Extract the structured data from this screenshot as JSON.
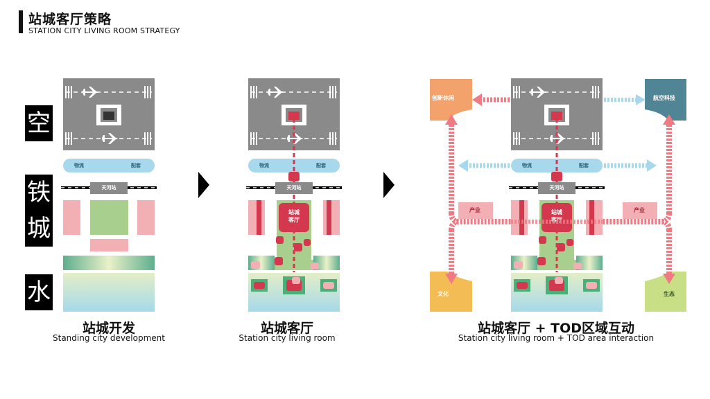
{
  "header": {
    "title": "站城客厅策略",
    "subtitle": "STATION CITY LIVING ROOM STRATEGY"
  },
  "side_labels": [
    "空",
    "铁",
    "城",
    "水"
  ],
  "labels": {
    "logistics": "物流",
    "support": "配套",
    "station": "天河站",
    "living_room_line1": "站城",
    "living_room_line2": "客厅",
    "industry": "产业",
    "innovation_leisure": "创新休闲",
    "aviation_tech": "航空科技",
    "culture": "文化",
    "ecology": "生态"
  },
  "captions": [
    {
      "zh": "站城开发",
      "en": "Standing city development"
    },
    {
      "zh": "站城客厅",
      "en": "Station city living room"
    },
    {
      "zh": "站城客厅 + TOD区域互动",
      "en": "Station city living room + TOD area interaction"
    }
  ],
  "colors": {
    "runway": "#8a8a8a",
    "band": "#a8d8ec",
    "pink": "#f3b0b4",
    "green": "#a9cf8e",
    "red": "#d4384e",
    "orange": "#f2a26a",
    "teal": "#4f8595",
    "yellow": "#f4bc55",
    "lime": "#c8df86"
  },
  "icons": [
    "plane-icon",
    "direction-arrow-icon",
    "flow-arrow-icon"
  ]
}
